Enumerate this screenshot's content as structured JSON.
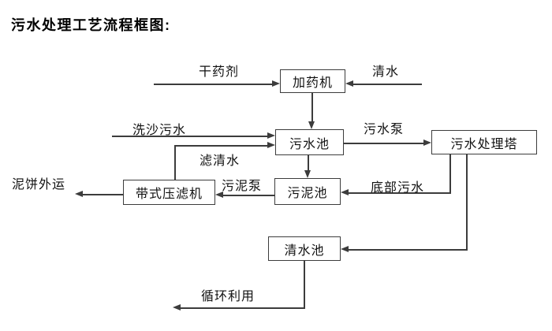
{
  "title": "污水处理工艺流程框图:",
  "nodes": {
    "dosing_machine": "加药机",
    "sewage_pool": "污水池",
    "treatment_tower": "污水处理塔",
    "sludge_pool": "污泥池",
    "belt_filter_press": "带式压滤机",
    "clean_water_pool": "清水池"
  },
  "edge_labels": {
    "dry_chemical": "干药剂",
    "clean_water": "清水",
    "sand_washing_sewage": "洗沙污水",
    "filtered_water": "滤清水",
    "sewage_pump": "污水泵",
    "bottom_sewage": "底部污水",
    "sludge_pump": "污泥泵",
    "mud_cake_out": "泥饼外运",
    "recycling": "循环利用"
  },
  "colors": {
    "line": "#3c3c3c",
    "text": "#111111",
    "background": "#ffffff"
  }
}
